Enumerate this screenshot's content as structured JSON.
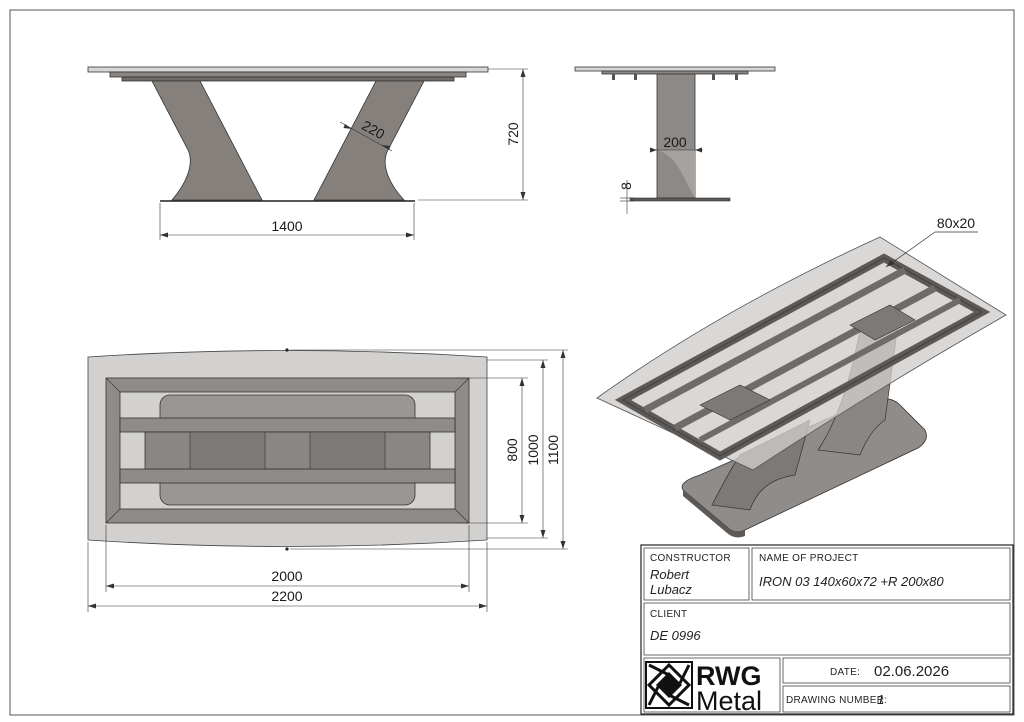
{
  "drawing": {
    "dimensions": {
      "front_width": "1400",
      "front_height": "720",
      "leg_width": "220",
      "side_leg": "200",
      "side_plate": "8",
      "top_frame_width": "2000",
      "top_glass_width": "2200",
      "top_frame_inner": "800",
      "top_frame_outer": "1000",
      "top_glass_depth": "1100",
      "iso_profile": "80x20"
    }
  },
  "title_block": {
    "constructor_label": "CONSTRUCTOR",
    "constructor_line1": "Robert",
    "constructor_line2": "Lubacz",
    "project_label": "NAME OF PROJECT",
    "project_value": "IRON 03 140x60x72 +R 200x80",
    "client_label": "CLIENT",
    "client_value": "DE 0996",
    "date_label": "DATE:",
    "date_value": "02.06.2026",
    "drawing_number_label": "DRAWING NUMBER:",
    "drawing_number_value": "1",
    "logo_text_top": "RWG",
    "logo_text_bottom": "Metal"
  },
  "colors": {
    "metal_dark": "#85807c",
    "metal_mid": "#9c9895",
    "glass": "#d3d1cf",
    "line": "#1a1a1a"
  }
}
